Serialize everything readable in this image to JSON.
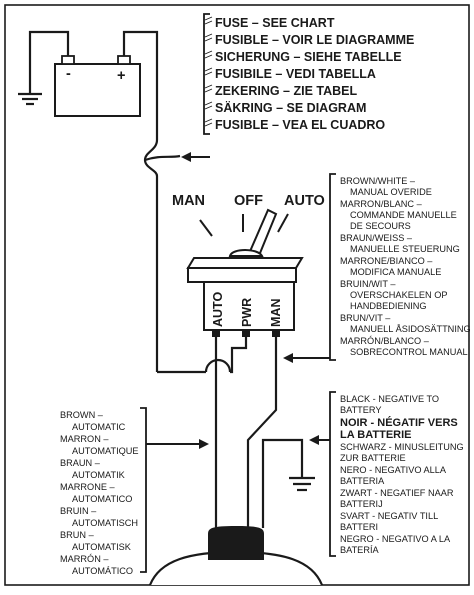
{
  "battery": {
    "neg_symbol": "-",
    "pos_symbol": "+"
  },
  "fuse_labels": [
    "FUSE – SEE CHART",
    "FUSIBLE – VOIR LE DIAGRAMME",
    "SICHERUNG – SIEHE TABELLE",
    "FUSIBILE – VEDI TABELLA",
    "ZEKERING – ZIE TABEL",
    "SÄKRING – SE DIAGRAM",
    "FUSIBLE – VEA EL CUADRO"
  ],
  "switch_positions": {
    "man": "MAN",
    "off": "OFF",
    "auto": "AUTO"
  },
  "switch_terminals": [
    "AUTO",
    "PWR",
    "MAN"
  ],
  "brown_white_labels": [
    "BROWN/WHITE –",
    "MANUAL OVERIDE",
    "MARRON/BLANC –",
    "COMMANDE MANUELLE",
    "DE SECOURS",
    "BRAUN/WEISS –",
    "MANUELLE STEUERUNG",
    "MARRONE/BIANCO –",
    "MODIFICA MANUALE",
    "BRUIN/WIT –",
    "OVERSCHAKELEN OP",
    "HANDBEDIENING",
    "BRUN/VIT –",
    "MANUELL ÅSIDOSÄTTNING",
    "MARRÓN/BLANCO –",
    "SOBRECONTROL MANUAL"
  ],
  "black_labels": [
    "BLACK - NEGATIVE TO",
    "BATTERY",
    "NOIR - NÉGATIF VERS",
    "LA BATTERIE",
    "SCHWARZ - MINUSLEITUNG",
    "ZUR BATTERIE",
    "NERO - NEGATIVO ALLA",
    "BATTERIA",
    "ZWART - NEGATIEF NAAR",
    "BATTERIJ",
    "SVART - NEGATIV TILL",
    "BATTERI",
    "NEGRO - NEGATIVO A LA",
    "BATERÍA"
  ],
  "brown_labels": [
    "BROWN –",
    "AUTOMATIC",
    "MARRON –",
    "AUTOMATIQUE",
    "BRAUN –",
    "AUTOMATIK",
    "MARRONE –",
    "AUTOMATICO",
    "BRUIN –",
    "AUTOMATISCH",
    "BRUN –",
    "AUTOMATISK",
    "MARRÓN –",
    "AUTOMÁTICO"
  ],
  "colors": {
    "ink": "#1a1a1a",
    "background": "#ffffff",
    "battery_fill": "#ffffff"
  }
}
